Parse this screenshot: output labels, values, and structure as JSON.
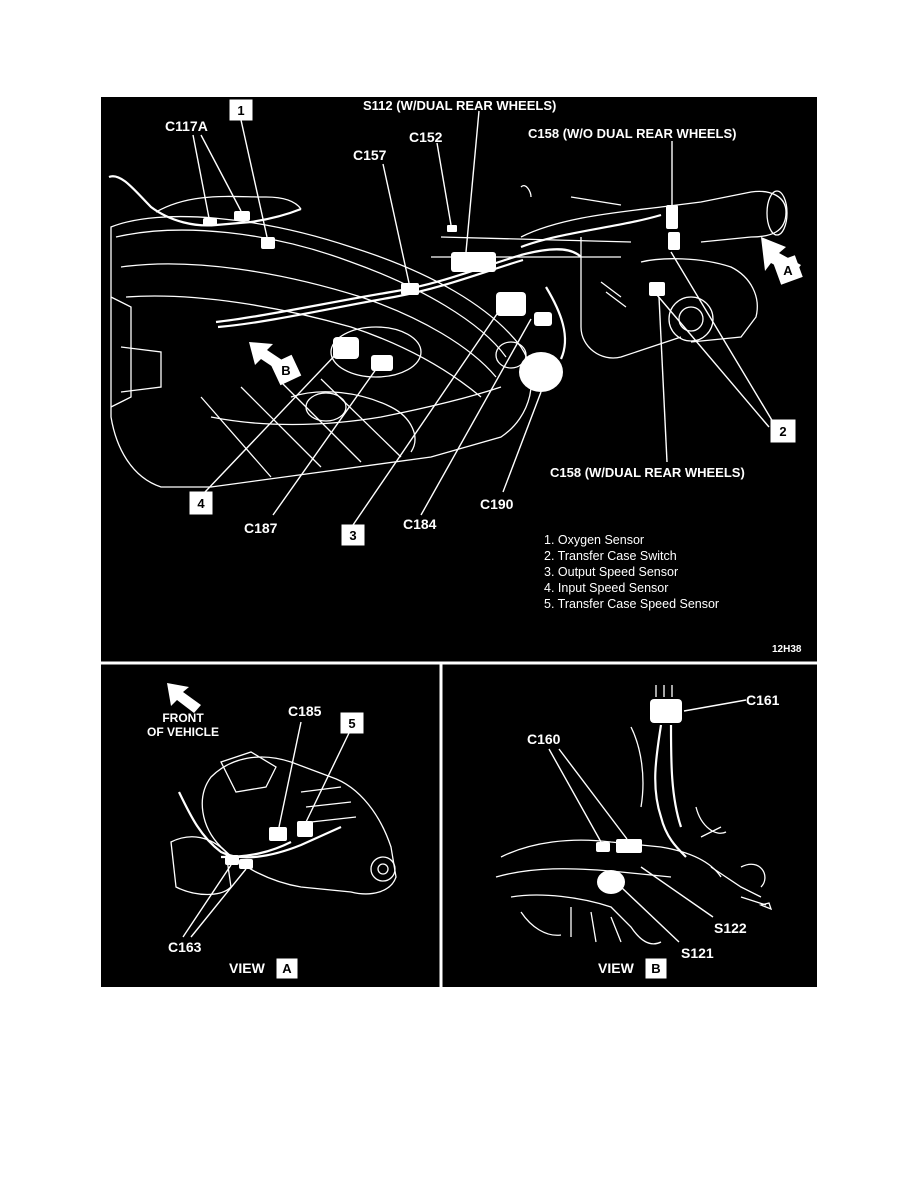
{
  "callouts": {
    "c117a": "C117A",
    "box1": "1",
    "s112": "S112  (W/DUAL REAR WHEELS)",
    "c152": "C152",
    "c157": "C157",
    "c158_wo": "C158 (W/O DUAL REAR WHEELS)",
    "arrowA": "A",
    "arrowB": "B",
    "box2": "2",
    "c158_w": "C158 (W/DUAL REAR WHEELS)",
    "box4": "4",
    "c187": "C187",
    "box3": "3",
    "c184": "C184",
    "c190": "C190",
    "fig_code": "12H38"
  },
  "legend": [
    "1.  Oxygen Sensor",
    "2.  Transfer Case Switch",
    "3.  Output Speed Sensor",
    "4.  Input Speed Sensor",
    "5.  Transfer Case Speed Sensor"
  ],
  "view_a": {
    "front_line1": "FRONT",
    "front_line2": "OF VEHICLE",
    "c185": "C185",
    "box5": "5",
    "c163": "C163",
    "view_label": "VIEW",
    "view_box": "A"
  },
  "view_b": {
    "c161": "C161",
    "c160": "C160",
    "s122": "S122",
    "s121": "S121",
    "view_label": "VIEW",
    "view_box": "B"
  }
}
